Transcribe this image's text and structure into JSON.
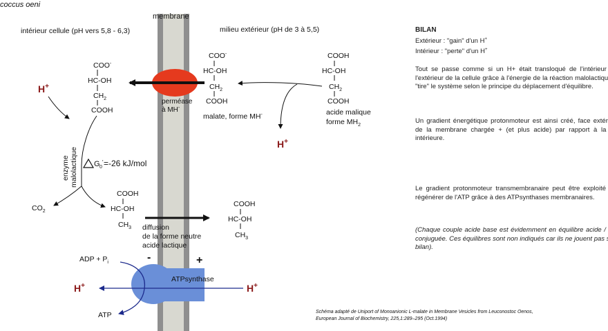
{
  "title_fragment": "coccus oeni",
  "labels": {
    "membrane": "membrane",
    "interior": "intérieur cellule (pH vers 5,8 - 6,3)",
    "exterior": "milieu extérieur (pH de 3 à 5,5)",
    "hplus": "H",
    "plus_sign": "+",
    "minus_sign": "-",
    "enzyme_line1": "enzyme",
    "enzyme_line2": "malolactique",
    "deltaG": "=-26 kJ/mol",
    "co2": "CO",
    "co2_sub": "2",
    "permease_line1": "perméase",
    "permease_line2": "à MH",
    "malate_mh": "malate, forme MH",
    "acide_malique_line1": "acide malique",
    "acide_malique_line2": "forme MH",
    "acide_malique_sub": "2",
    "diffusion_line1": "diffusion",
    "diffusion_line2": "de la forme neutre",
    "diffusion_line3": "acide lactique",
    "adp": "ADP +  P",
    "adp_sub": "i",
    "atp": "ATP",
    "atpsynthase": "ATPsynthase"
  },
  "chem": {
    "coo": "COO",
    "cooh": "COOH",
    "hcoh": "HC-OH",
    "ch2": "CH",
    "ch2_sub": "2",
    "ch3": "CH",
    "ch3_sub": "3",
    "minus": "-"
  },
  "bilan": {
    "title": "BILAN",
    "line1": "Extérieur : \"gain\" d'un H",
    "line2": "Intérieur : \"perte\" d'un H",
    "para1": "Tout se passe comme si un H+ était transloqué de l'intérieur vers l'extérieur de la cellule grâce à l'énergie de la réaction malolactique qui \"tire\" le système selon le principe du déplacement d'équilibre.",
    "para2": "Un gradient énergétique protonmoteur est ainsi créé, face extérieure de la membrane chargée + (et plus acide) par rapport à la face intérieure.",
    "para3": "Le gradient protonmoteur transmembranaire peut être exploité pour régénérer de l'ATP grâce à des ATPsynthases membranaires.",
    "para4": "(Chaque couple acide base est évidemment en équilibre acide / base conjuguée. Ces équilibres sont non indiqués car ils ne jouent pas sur le bilan)."
  },
  "citation": {
    "line1": "Schéma adapté de Uniport of Monoanionic L-malate in Membrane Vesicles from Leuconostoc Oenos,",
    "line2": "European Journal of Biochemistry, 225,1:289–295 (Oct.1994)"
  },
  "colors": {
    "membrane_outer": "#8f8f8f",
    "membrane_inner": "#d8d8d0",
    "permease": "#e53a1e",
    "atpsynthase": "#6a8fd8",
    "proton": "#8b1a1a",
    "atp_arrow": "#1c2a8c"
  }
}
